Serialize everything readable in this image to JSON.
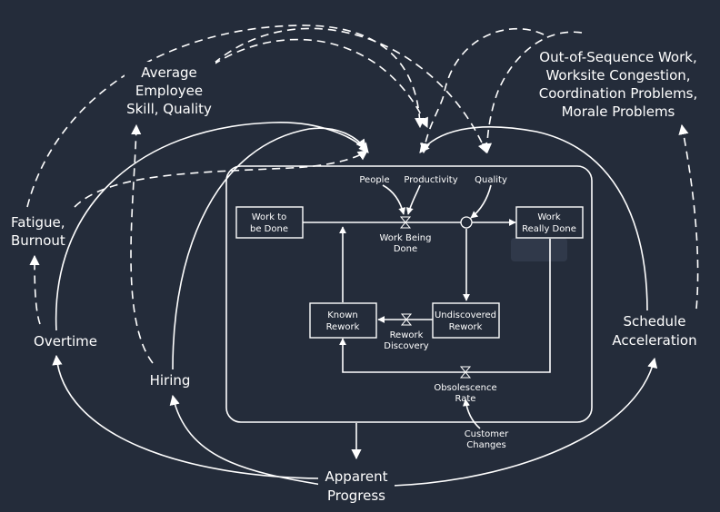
{
  "nodes": {
    "fatigue": [
      "Fatigue,",
      "Burnout"
    ],
    "avg_skill": [
      "Average",
      "Employee",
      "Skill, Quality"
    ],
    "side_effects": [
      "Out-of-Sequence Work,",
      "Worksite Congestion,",
      "Coordination Problems,",
      "Morale Problems"
    ],
    "overtime": "Overtime",
    "hiring": "Hiring",
    "schedule_accel": [
      "Schedule",
      "Acceleration"
    ],
    "apparent_progress": [
      "Apparent",
      "Progress"
    ]
  },
  "inner": {
    "people": "People",
    "productivity": "Productivity",
    "quality": "Quality",
    "work_to_be_done": [
      "Work to",
      "be Done"
    ],
    "work_really_done": [
      "Work",
      "Really Done"
    ],
    "work_being_done": [
      "Work Being",
      "Done"
    ],
    "known_rework": [
      "Known",
      "Rework"
    ],
    "undiscovered_rework": [
      "Undiscovered",
      "Rework"
    ],
    "rework_discovery": [
      "Rework",
      "Discovery"
    ],
    "obsolescence_rate": [
      "Obsolescence",
      "Rate"
    ],
    "customer_changes": [
      "Customer",
      "Changes"
    ]
  }
}
